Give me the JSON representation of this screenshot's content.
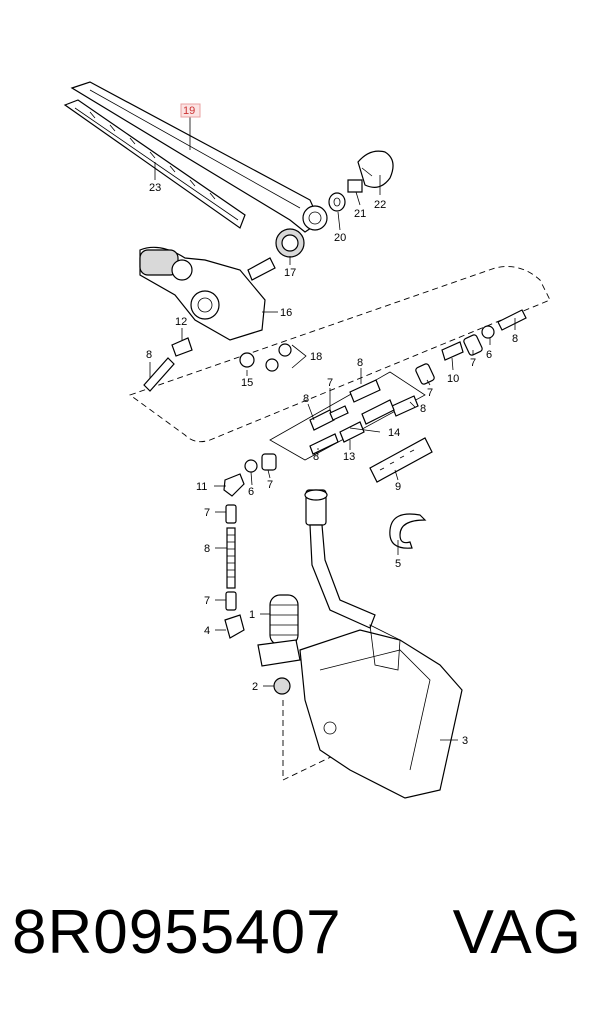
{
  "diagram": {
    "callouts": {
      "c1": "1",
      "c2": "2",
      "c3": "3",
      "c4": "4",
      "c5": "5",
      "c6a": "6",
      "c6b": "6",
      "c7a": "7",
      "c7b": "7",
      "c7c": "7",
      "c7d": "7",
      "c7e": "7",
      "c7f": "7",
      "c8a": "8",
      "c8b": "8",
      "c8c": "8",
      "c8d": "8",
      "c8e": "8",
      "c8f": "8",
      "c8g": "8",
      "c9": "9",
      "c10": "10",
      "c11": "11",
      "c12": "12",
      "c13": "13",
      "c14": "14",
      "c15": "15",
      "c16": "16",
      "c17": "17",
      "c18": "18",
      "c19": "19",
      "c20": "20",
      "c21": "21",
      "c22": "22",
      "c23": "23"
    }
  },
  "footer": {
    "part_number": "8R0955407",
    "brand": "VAG"
  },
  "colors": {
    "highlight_box": "#e8a0a0",
    "highlight_text": "#cc3333"
  }
}
